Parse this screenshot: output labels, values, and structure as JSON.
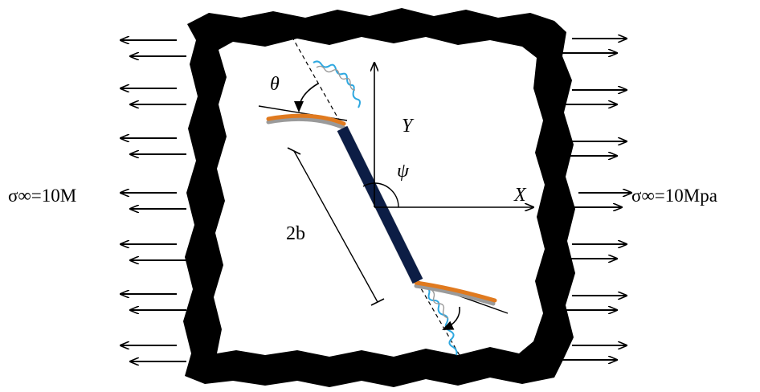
{
  "diagram": {
    "left_stress_label": "σ∞=10M",
    "right_stress_label": "σ∞=10Mpa",
    "theta_label": "θ",
    "psi_label": "ψ",
    "y_axis_label": "Y",
    "x_axis_label": "X",
    "crack_length_label": "2b"
  },
  "colors": {
    "plate_border": "#000000",
    "crack": "#0f2352",
    "kink": "#e07a1f",
    "kink_shadow": "#9a9a9a",
    "wavy_line": "#2fa8e0"
  }
}
